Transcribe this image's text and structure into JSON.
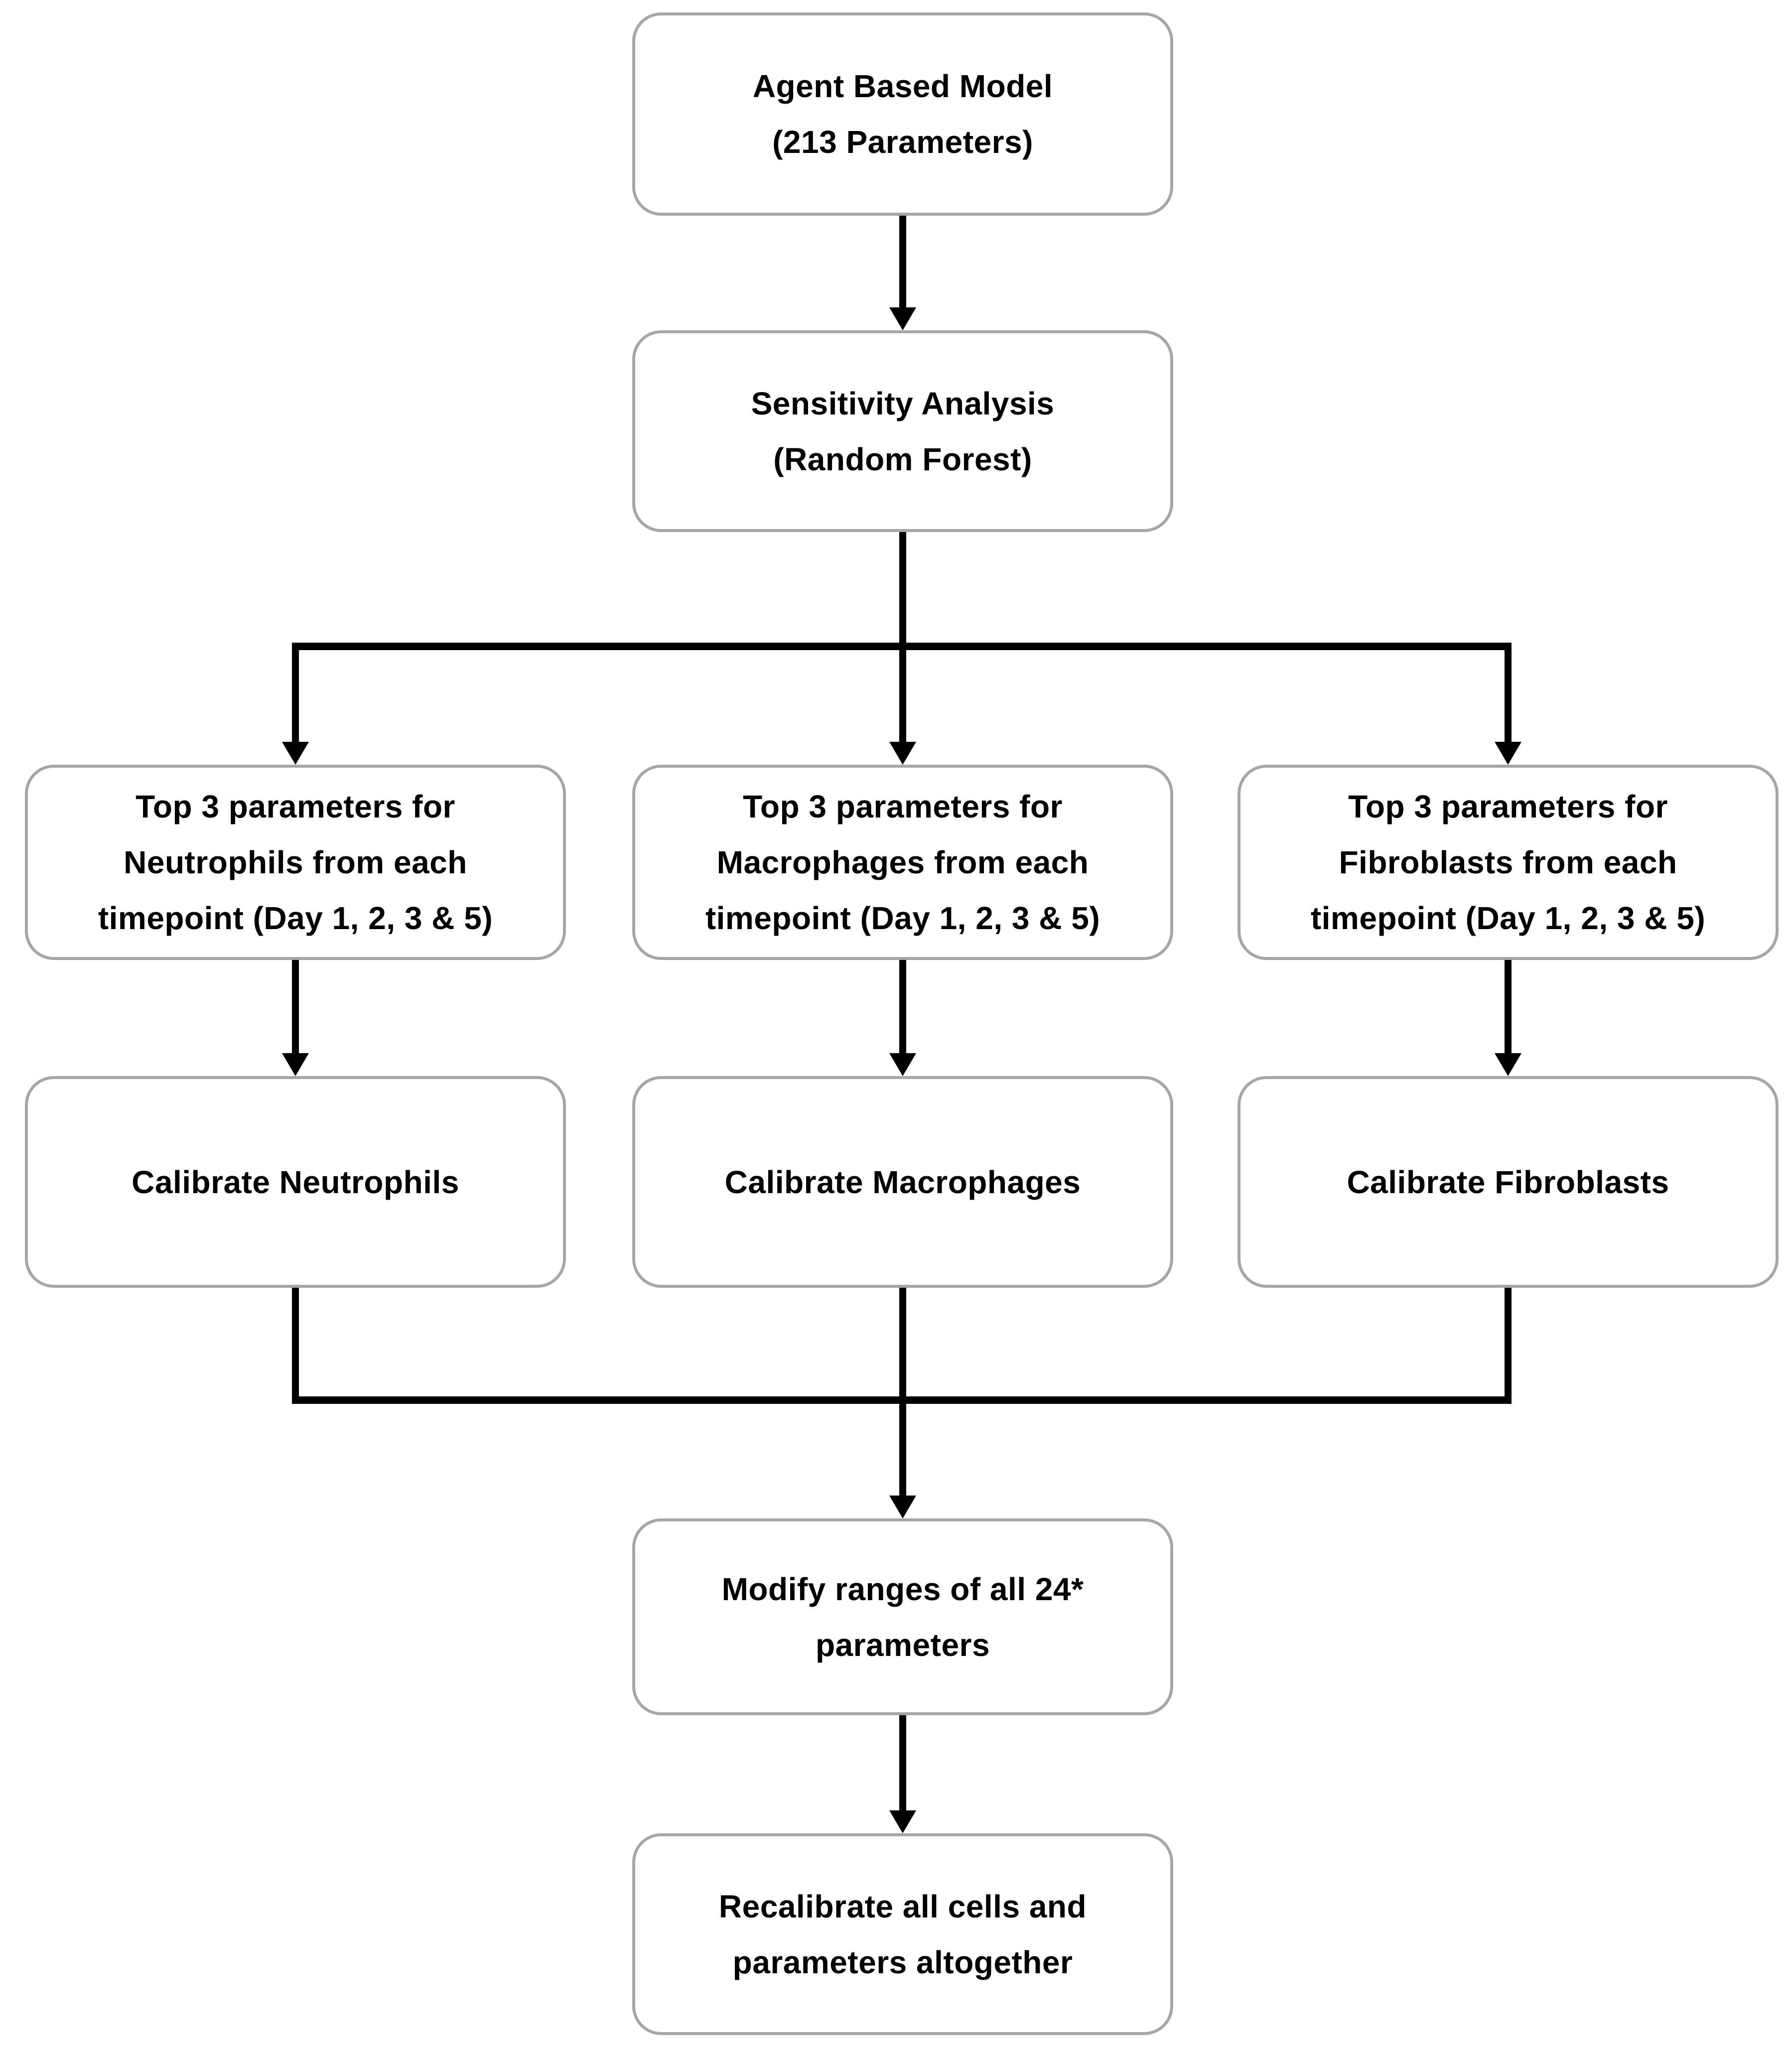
{
  "diagram": {
    "type": "flowchart",
    "colors": {
      "box_border": "#a6a6a6",
      "box_fill": "#ffffff",
      "text": "#000000",
      "connector": "#000000",
      "background": "#ffffff"
    },
    "nodes": {
      "agent": {
        "label": "Agent Based Model\n(213 Parameters)"
      },
      "sensitivity": {
        "label": "Sensitivity Analysis\n(Random Forest)"
      },
      "top3_neutrophils": {
        "label": "Top 3 parameters for\nNeutrophils from each\ntimepoint (Day 1, 2, 3 & 5)"
      },
      "top3_macrophages": {
        "label": "Top 3 parameters for\nMacrophages from each\ntimepoint (Day 1, 2, 3 & 5)"
      },
      "top3_fibroblasts": {
        "label": "Top 3 parameters for\nFibroblasts from each\ntimepoint (Day 1, 2, 3 & 5)"
      },
      "calibrate_neutrophils": {
        "label": "Calibrate Neutrophils"
      },
      "calibrate_macrophages": {
        "label": "Calibrate Macrophages"
      },
      "calibrate_fibroblasts": {
        "label": "Calibrate Fibroblasts"
      },
      "modify": {
        "label": "Modify ranges of all 24*\nparameters"
      },
      "recalibrate": {
        "label": "Recalibrate all cells and\nparameters altogether"
      }
    },
    "edges": [
      "agent -> sensitivity",
      "sensitivity -> top3_neutrophils",
      "sensitivity -> top3_macrophages",
      "sensitivity -> top3_fibroblasts",
      "top3_neutrophils -> calibrate_neutrophils",
      "top3_macrophages -> calibrate_macrophages",
      "top3_fibroblasts -> calibrate_fibroblasts",
      "calibrate_neutrophils -> modify",
      "calibrate_macrophages -> modify",
      "calibrate_fibroblasts -> modify",
      "modify -> recalibrate"
    ]
  }
}
